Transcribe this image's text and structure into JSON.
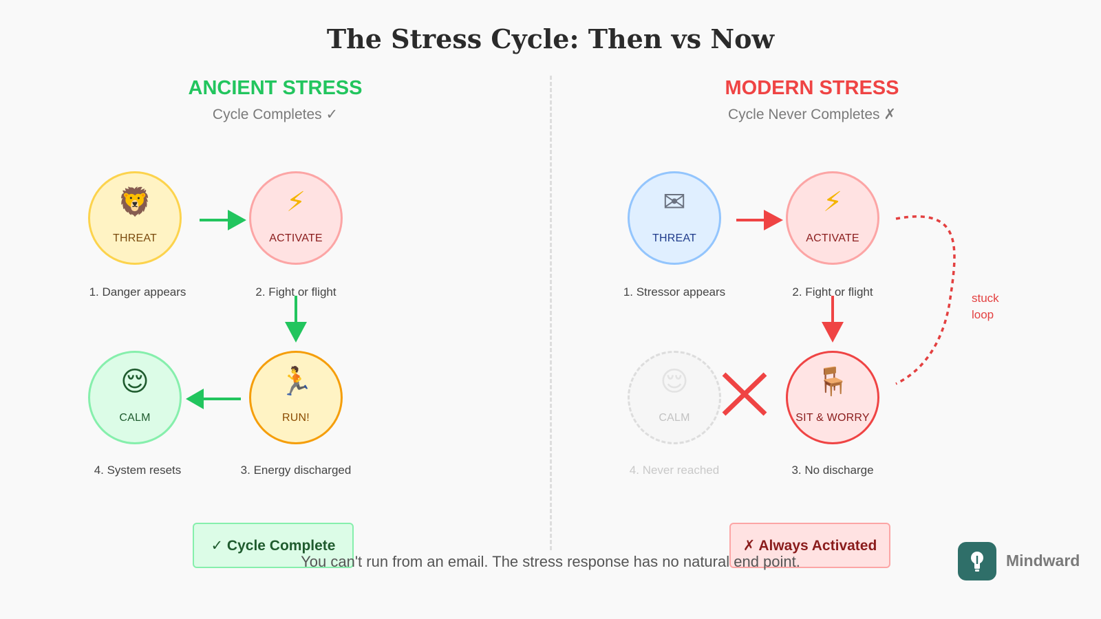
{
  "title": "The Stress Cycle: Then vs Now",
  "ancient": {
    "heading": "ANCIENT STRESS",
    "subheading": "Cycle Completes ✓",
    "heading_color": "#22c55e",
    "nodes": {
      "threat": {
        "icon": "lion-face-icon",
        "glyph": "🦁",
        "label": "THREAT",
        "caption": "1. Danger appears"
      },
      "activate": {
        "icon": "lightning-icon",
        "glyph": "⚡",
        "label": "ACTIVATE",
        "caption": "2. Fight or flight"
      },
      "run": {
        "icon": "runner-icon",
        "glyph": "🏃",
        "label": "RUN!",
        "caption": "3. Energy discharged"
      },
      "calm": {
        "icon": "relieved-face-icon",
        "glyph": "😌",
        "label": "CALM",
        "caption": "4. System resets"
      }
    },
    "badge": "✓ Cycle Complete"
  },
  "modern": {
    "heading": "MODERN STRESS",
    "subheading": "Cycle Never Completes ✗",
    "heading_color": "#ef4444",
    "nodes": {
      "threat": {
        "icon": "envelope-icon",
        "glyph": "✉",
        "label": "THREAT",
        "caption": "1. Stressor appears"
      },
      "activate": {
        "icon": "lightning-icon",
        "glyph": "⚡",
        "label": "ACTIVATE",
        "caption": "2. Fight or flight"
      },
      "worry": {
        "icon": "chair-icon",
        "glyph": "🪑",
        "label": "SIT & WORRY",
        "caption": "3. No discharge"
      },
      "calm": {
        "icon": "relieved-face-icon",
        "glyph": "😌",
        "label": "CALM",
        "caption": "4. Never reached"
      }
    },
    "stuck_line1": "stuck",
    "stuck_line2": "loop",
    "badge": "✗ Always Activated"
  },
  "footer": "You can't run from an email. The stress response has no natural end point.",
  "brand": {
    "name": "Mindward",
    "icon": "lightbulb-icon"
  }
}
